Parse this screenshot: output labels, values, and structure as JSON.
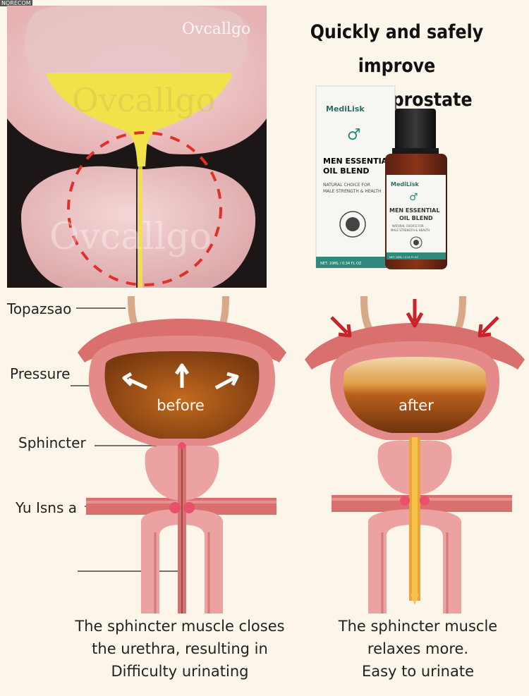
{
  "corner_tag": "NORECOM",
  "top_image": {
    "watermark": "Ovcallgo"
  },
  "headline": {
    "line1": "Quickly and safely improve",
    "line2": "overall prostate health."
  },
  "product": {
    "brand": "MediLisk",
    "name_line1": "MEN ESSENTIAL",
    "name_line2": "OIL BLEND",
    "desc_line1": "NATURAL CHOICE FOR",
    "desc_line2": "MALE STRENGTH & HEALTH",
    "box_net": "NET: 10ML / 0.34 FL OZ",
    "bottle_net": "NET: 10ML / 0.34 FL OZ",
    "symbol": "♂"
  },
  "labels": {
    "topazsao": "Topazsao",
    "pressure": "Pressure",
    "sphincter": "Sphincter",
    "yu": "Yu Isns a"
  },
  "diagram": {
    "before": "before",
    "after": "after"
  },
  "captions": {
    "left": [
      "The sphincter muscle closes",
      "the urethra, resulting in",
      "Difficulty urinating"
    ],
    "right": [
      "The sphincter muscle",
      "relaxes more.",
      "Easy to urinate"
    ]
  },
  "colors": {
    "background": "#fbf6e9",
    "tissue": "#f0a8a6",
    "tissue_dark": "#d9706e",
    "urine": "#b35c1a",
    "highlight": "#f2e24a",
    "dash": "#e0302b",
    "arrow_red": "#c8232a"
  }
}
